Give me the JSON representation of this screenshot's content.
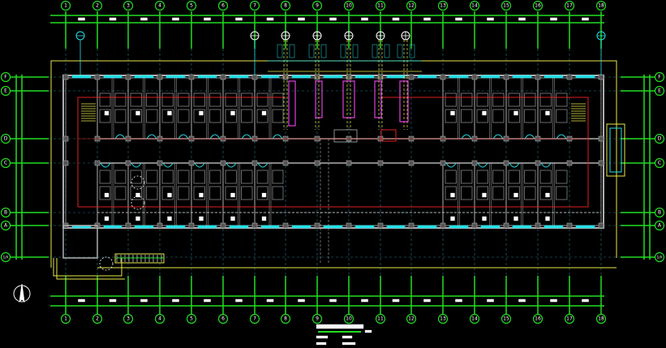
{
  "drawing": {
    "type": "floor-plan",
    "background": "#000000",
    "colors": {
      "grid": "#22dd22",
      "wall": "#b0b0b0",
      "window": "#22e0e8",
      "boundary": "#e8e84a",
      "pipe": "#e02020",
      "riser": "#e040e0",
      "annotation": "#ffffff"
    },
    "grid_columns": [
      "1",
      "2",
      "3",
      "4",
      "5",
      "6",
      "7",
      "8",
      "9",
      "10",
      "11",
      "12",
      "13",
      "14",
      "15",
      "16",
      "17",
      "18"
    ],
    "grid_rows": [
      "F",
      "E",
      "D",
      "C",
      "B",
      "A",
      "1/A"
    ]
  }
}
